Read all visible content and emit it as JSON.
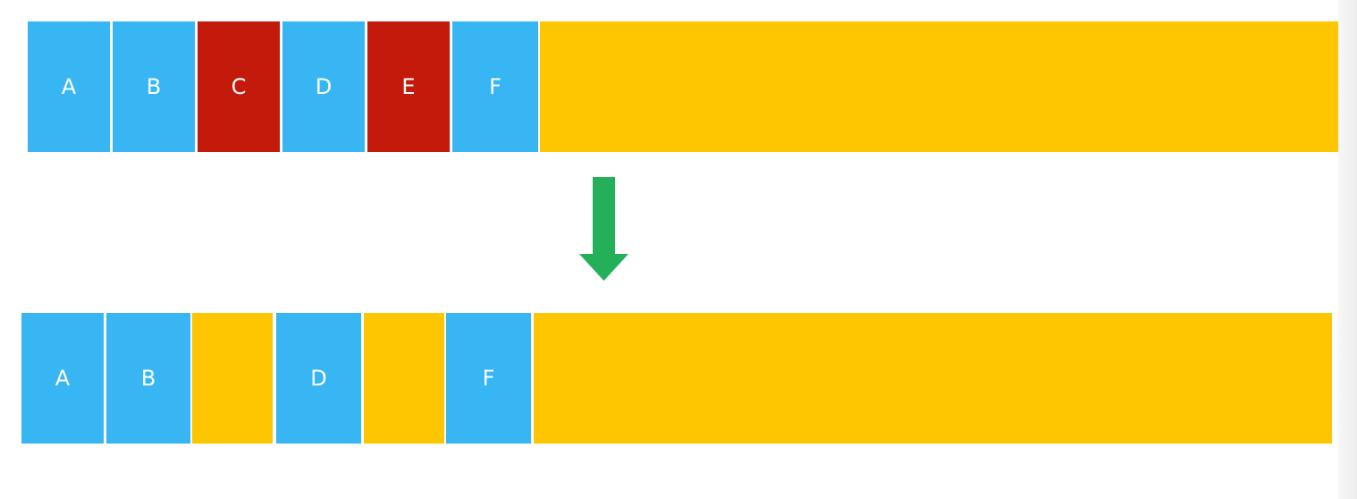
{
  "colors": {
    "used": "#38b6f3",
    "marked": "#c41a0b",
    "free": "#fec601",
    "arrow": "#23b058"
  },
  "before": {
    "blocks": [
      {
        "label": "A",
        "state": "used"
      },
      {
        "label": "B",
        "state": "used"
      },
      {
        "label": "C",
        "state": "marked"
      },
      {
        "label": "D",
        "state": "used"
      },
      {
        "label": "E",
        "state": "marked"
      },
      {
        "label": "F",
        "state": "used"
      },
      {
        "label": "",
        "state": "free"
      }
    ]
  },
  "after": {
    "blocks": [
      {
        "label": "A",
        "state": "used"
      },
      {
        "label": "B",
        "state": "used"
      },
      {
        "label": "",
        "state": "free"
      },
      {
        "label": "D",
        "state": "used"
      },
      {
        "label": "",
        "state": "free"
      },
      {
        "label": "F",
        "state": "used"
      },
      {
        "label": "",
        "state": "free"
      }
    ]
  },
  "arrow": {
    "icon": "down-arrow-icon"
  }
}
